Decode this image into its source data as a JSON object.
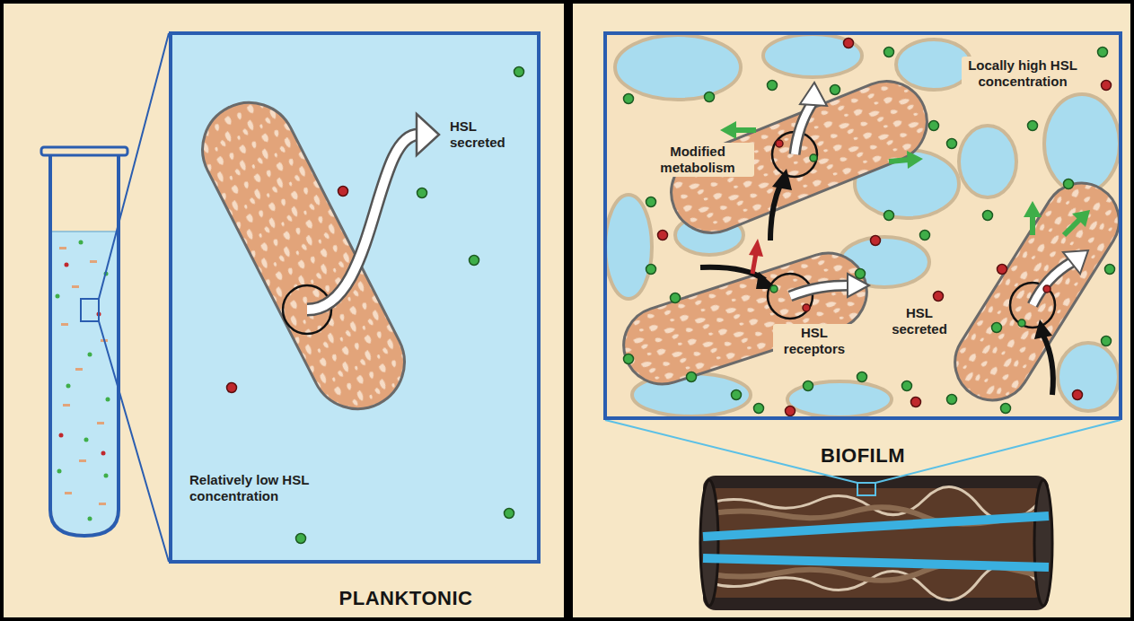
{
  "diagram": {
    "nodes": [
      {
        "text": [
          "HSL secreted",
          "Relatively low HSL concentration",
          "PLANKTONIC"
        ]
      },
      {
        "text": [
          "Locally high HSL concentration",
          "Modified metabolism",
          "HSL secreted",
          "HSL receptors",
          "BIOFILM"
        ]
      }
    ]
  }
}
